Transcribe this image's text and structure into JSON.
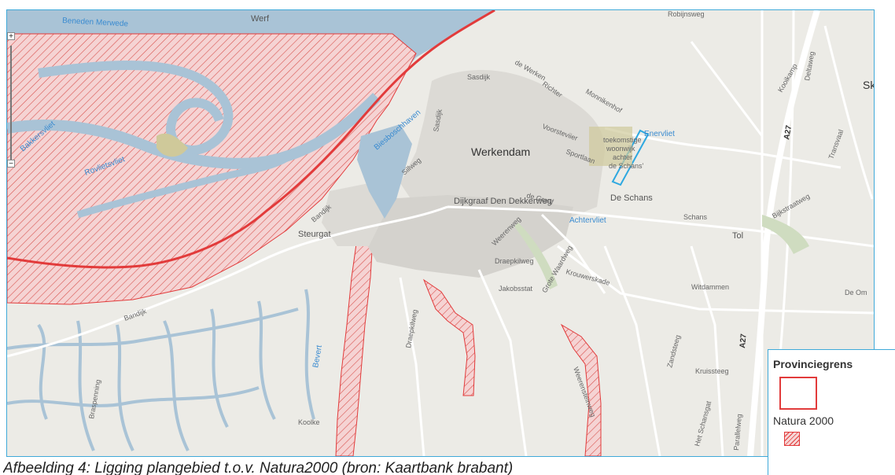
{
  "map": {
    "labels": {
      "beneden_merwede": "Beneden Merwede",
      "werf": "Werf",
      "robijnsweg": "Robijnsweg",
      "de_werken": "de Werken",
      "sasdijk": "Sasdijk",
      "sasdijk_v": "Sasdijk",
      "richter": "Richter",
      "monnikenhof": "Monnikenhof",
      "werkendam": "Werkendam",
      "biesboschhaven": "Biesboschhaven",
      "voorsteviier": "Voorsteviier",
      "sportlaan": "Sportlaan",
      "sillweg": "Sillweg",
      "bandijk_1": "Bandijk",
      "bandijk_2": "Bandijk",
      "steurgat": "Steurgat",
      "dijkgraaf": "Dijkgraaf Den Dekkerweg",
      "achtervliet": "Achtervliet",
      "de_graaf": "de Graaf",
      "de_schans": "De Schans",
      "schans": "Schans",
      "tol": "Tol",
      "weerenweg": "Weerenweg",
      "draepkilweg_1": "Draepkilweg",
      "grote_waardweg": "Grote Waardweg",
      "krouwerskade": "Krouwerskade",
      "jakobsstat": "Jakobsstat",
      "draepkilweg_2": "Draepkilweg",
      "witdammen": "Witdammen",
      "de_om": "De Om",
      "kooikamp": "Kooikamp",
      "deltaweg": "Deltaweg",
      "transvaal": "Transvaal",
      "bijkstraatweg": "Bijkstraatweg",
      "a27_1": "A27",
      "a27_2": "A27",
      "zandsteeg": "Zandsteeg",
      "kruissteeg": "Kruissteeg",
      "het_schansgat": "Het Schansgat",
      "parallelweg": "Parallelweg",
      "weerensteinweg": "Weerensteinweg",
      "kooike": "Koolke",
      "bevert": "Bevert",
      "bakkersvliet": "Bakkersvliet",
      "braspenning": "Braspenning",
      "sk": "Sk",
      "rovlietsvliet": "Rovlietsvliet",
      "enervliet": "Enervliet",
      "plan_area_1": "toekomstige",
      "plan_area_2": "woonwijk",
      "plan_area_3": "achter",
      "plan_area_4": "de Schans'"
    },
    "colors": {
      "land": "#ecebe6",
      "water": "#a9c3d6",
      "natura_fill": "#f5d3d3",
      "border_red": "#e23b3b",
      "plan_area": "#2ea8e0",
      "urban": "#dcdad5",
      "roads": "#ffffff",
      "green": "#cfdcc0"
    }
  },
  "zoom": {
    "plus": "+",
    "minus": "−"
  },
  "legend": {
    "provincial_border": "Provinciegrens",
    "natura": "Natura 2000"
  },
  "caption": "Afbeelding 4: Ligging plangebied t.o.v. Natura2000 (bron: Kaartbank brabant)"
}
